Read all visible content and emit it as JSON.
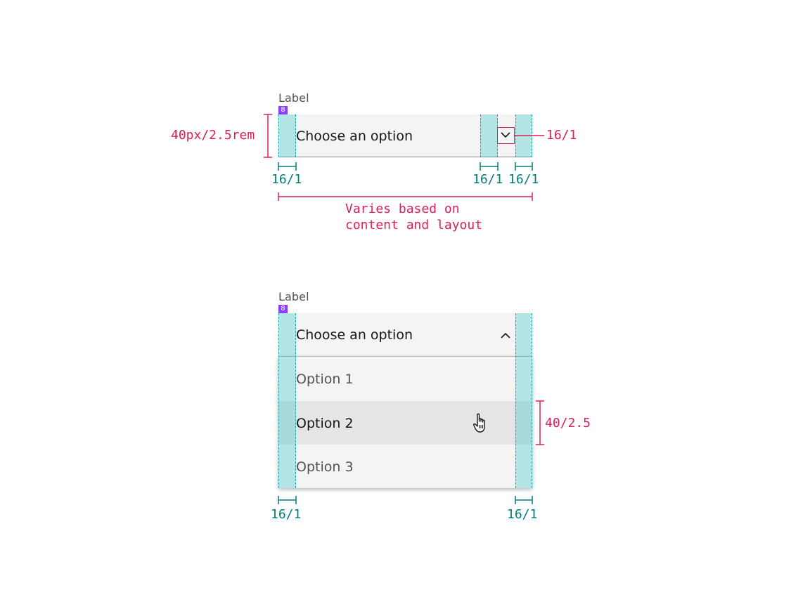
{
  "colors": {
    "pad_fill": "#08bdba",
    "pad_border": "#0fa5a5",
    "measure_teal": "#007d79",
    "measure_pink": "#da1e5a",
    "badge": "#8a3ffc",
    "field_bg": "#f4f4f4",
    "hover_bg": "#e5e5e5"
  },
  "closed": {
    "label": "Label",
    "badge": "8",
    "placeholder": "Choose an option",
    "icon": "chevron-down-icon",
    "height_annotation": "40px/2.5rem",
    "icon_annotation": "16/1",
    "padding_left": "16/1",
    "padding_icon": "16/1",
    "padding_right": "16/1",
    "width_note_line1": "Varies based on",
    "width_note_line2": "content and layout"
  },
  "open": {
    "label": "Label",
    "badge": "8",
    "placeholder": "Choose an option",
    "icon": "chevron-up-icon",
    "options": [
      "Option 1",
      "Option 2",
      "Option 3"
    ],
    "hovered_option": "Option 2",
    "row_height_annotation": "40/2.5",
    "padding_left": "16/1",
    "padding_right": "16/1"
  }
}
